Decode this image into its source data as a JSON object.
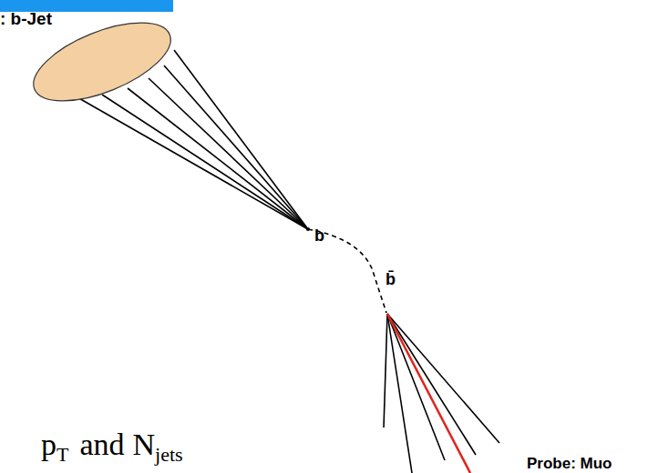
{
  "diagram": {
    "labels": [
      ": b-Jet",
      "b",
      "b̄",
      "Probe: Muo",
      "p",
      "T",
      "and",
      "N",
      "jets"
    ]
  }
}
